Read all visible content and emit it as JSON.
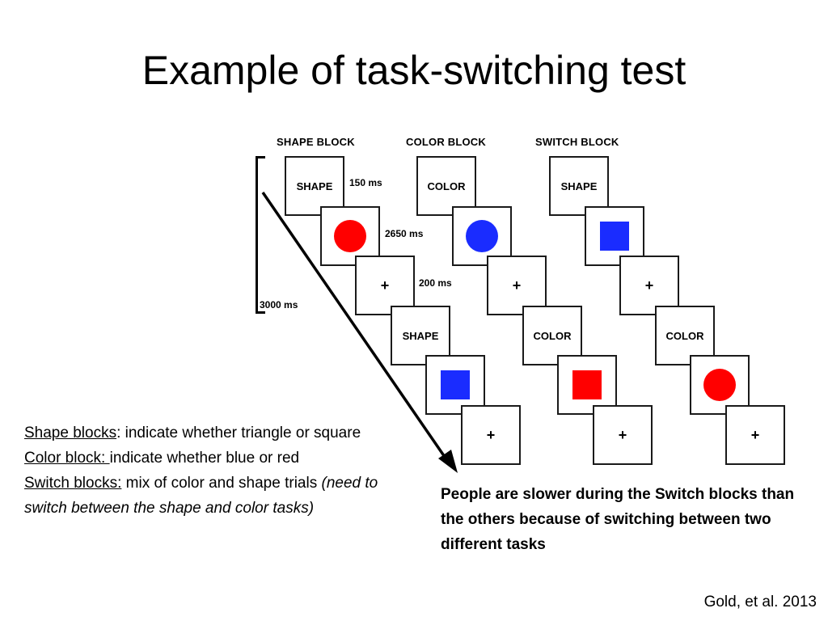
{
  "slide": {
    "title": "Example of task-switching test",
    "citation": "Gold, et al. 2013"
  },
  "diagram": {
    "blocks": [
      {
        "label": "SHAPE BLOCK",
        "cards": [
          {
            "kind": "text",
            "text": "SHAPE"
          },
          {
            "kind": "circle",
            "color": "#ff0000"
          },
          {
            "kind": "plus",
            "text": "+"
          },
          {
            "kind": "text",
            "text": "SHAPE"
          },
          {
            "kind": "square",
            "color": "#1a2cff"
          },
          {
            "kind": "plus",
            "text": "+"
          }
        ]
      },
      {
        "label": "COLOR BLOCK",
        "cards": [
          {
            "kind": "text",
            "text": "COLOR"
          },
          {
            "kind": "circle",
            "color": "#1a2cff"
          },
          {
            "kind": "plus",
            "text": "+"
          },
          {
            "kind": "text",
            "text": "COLOR"
          },
          {
            "kind": "square",
            "color": "#ff0000"
          },
          {
            "kind": "plus",
            "text": "+"
          }
        ]
      },
      {
        "label": "SWITCH BLOCK",
        "cards": [
          {
            "kind": "text",
            "text": "SHAPE"
          },
          {
            "kind": "square",
            "color": "#1a2cff"
          },
          {
            "kind": "plus",
            "text": "+"
          },
          {
            "kind": "text",
            "text": "COLOR"
          },
          {
            "kind": "circle",
            "color": "#ff0000"
          },
          {
            "kind": "plus",
            "text": "+"
          }
        ]
      }
    ],
    "timings": {
      "t1": "150 ms",
      "t2": "2650 ms",
      "t3": "200 ms",
      "total": "3000 ms"
    }
  },
  "notes": {
    "shape_label": "Shape blocks",
    "shape_text": ": indicate whether triangle or square",
    "color_label": "Color block: ",
    "color_text": "indicate whether blue or red",
    "switch_label": "Switch blocks:",
    "switch_text": " mix of color and shape trials ",
    "switch_italic": "(need to switch between the shape and color tasks)"
  },
  "conclusion": "People are slower during the Switch blocks than the others because of switching between two different tasks"
}
